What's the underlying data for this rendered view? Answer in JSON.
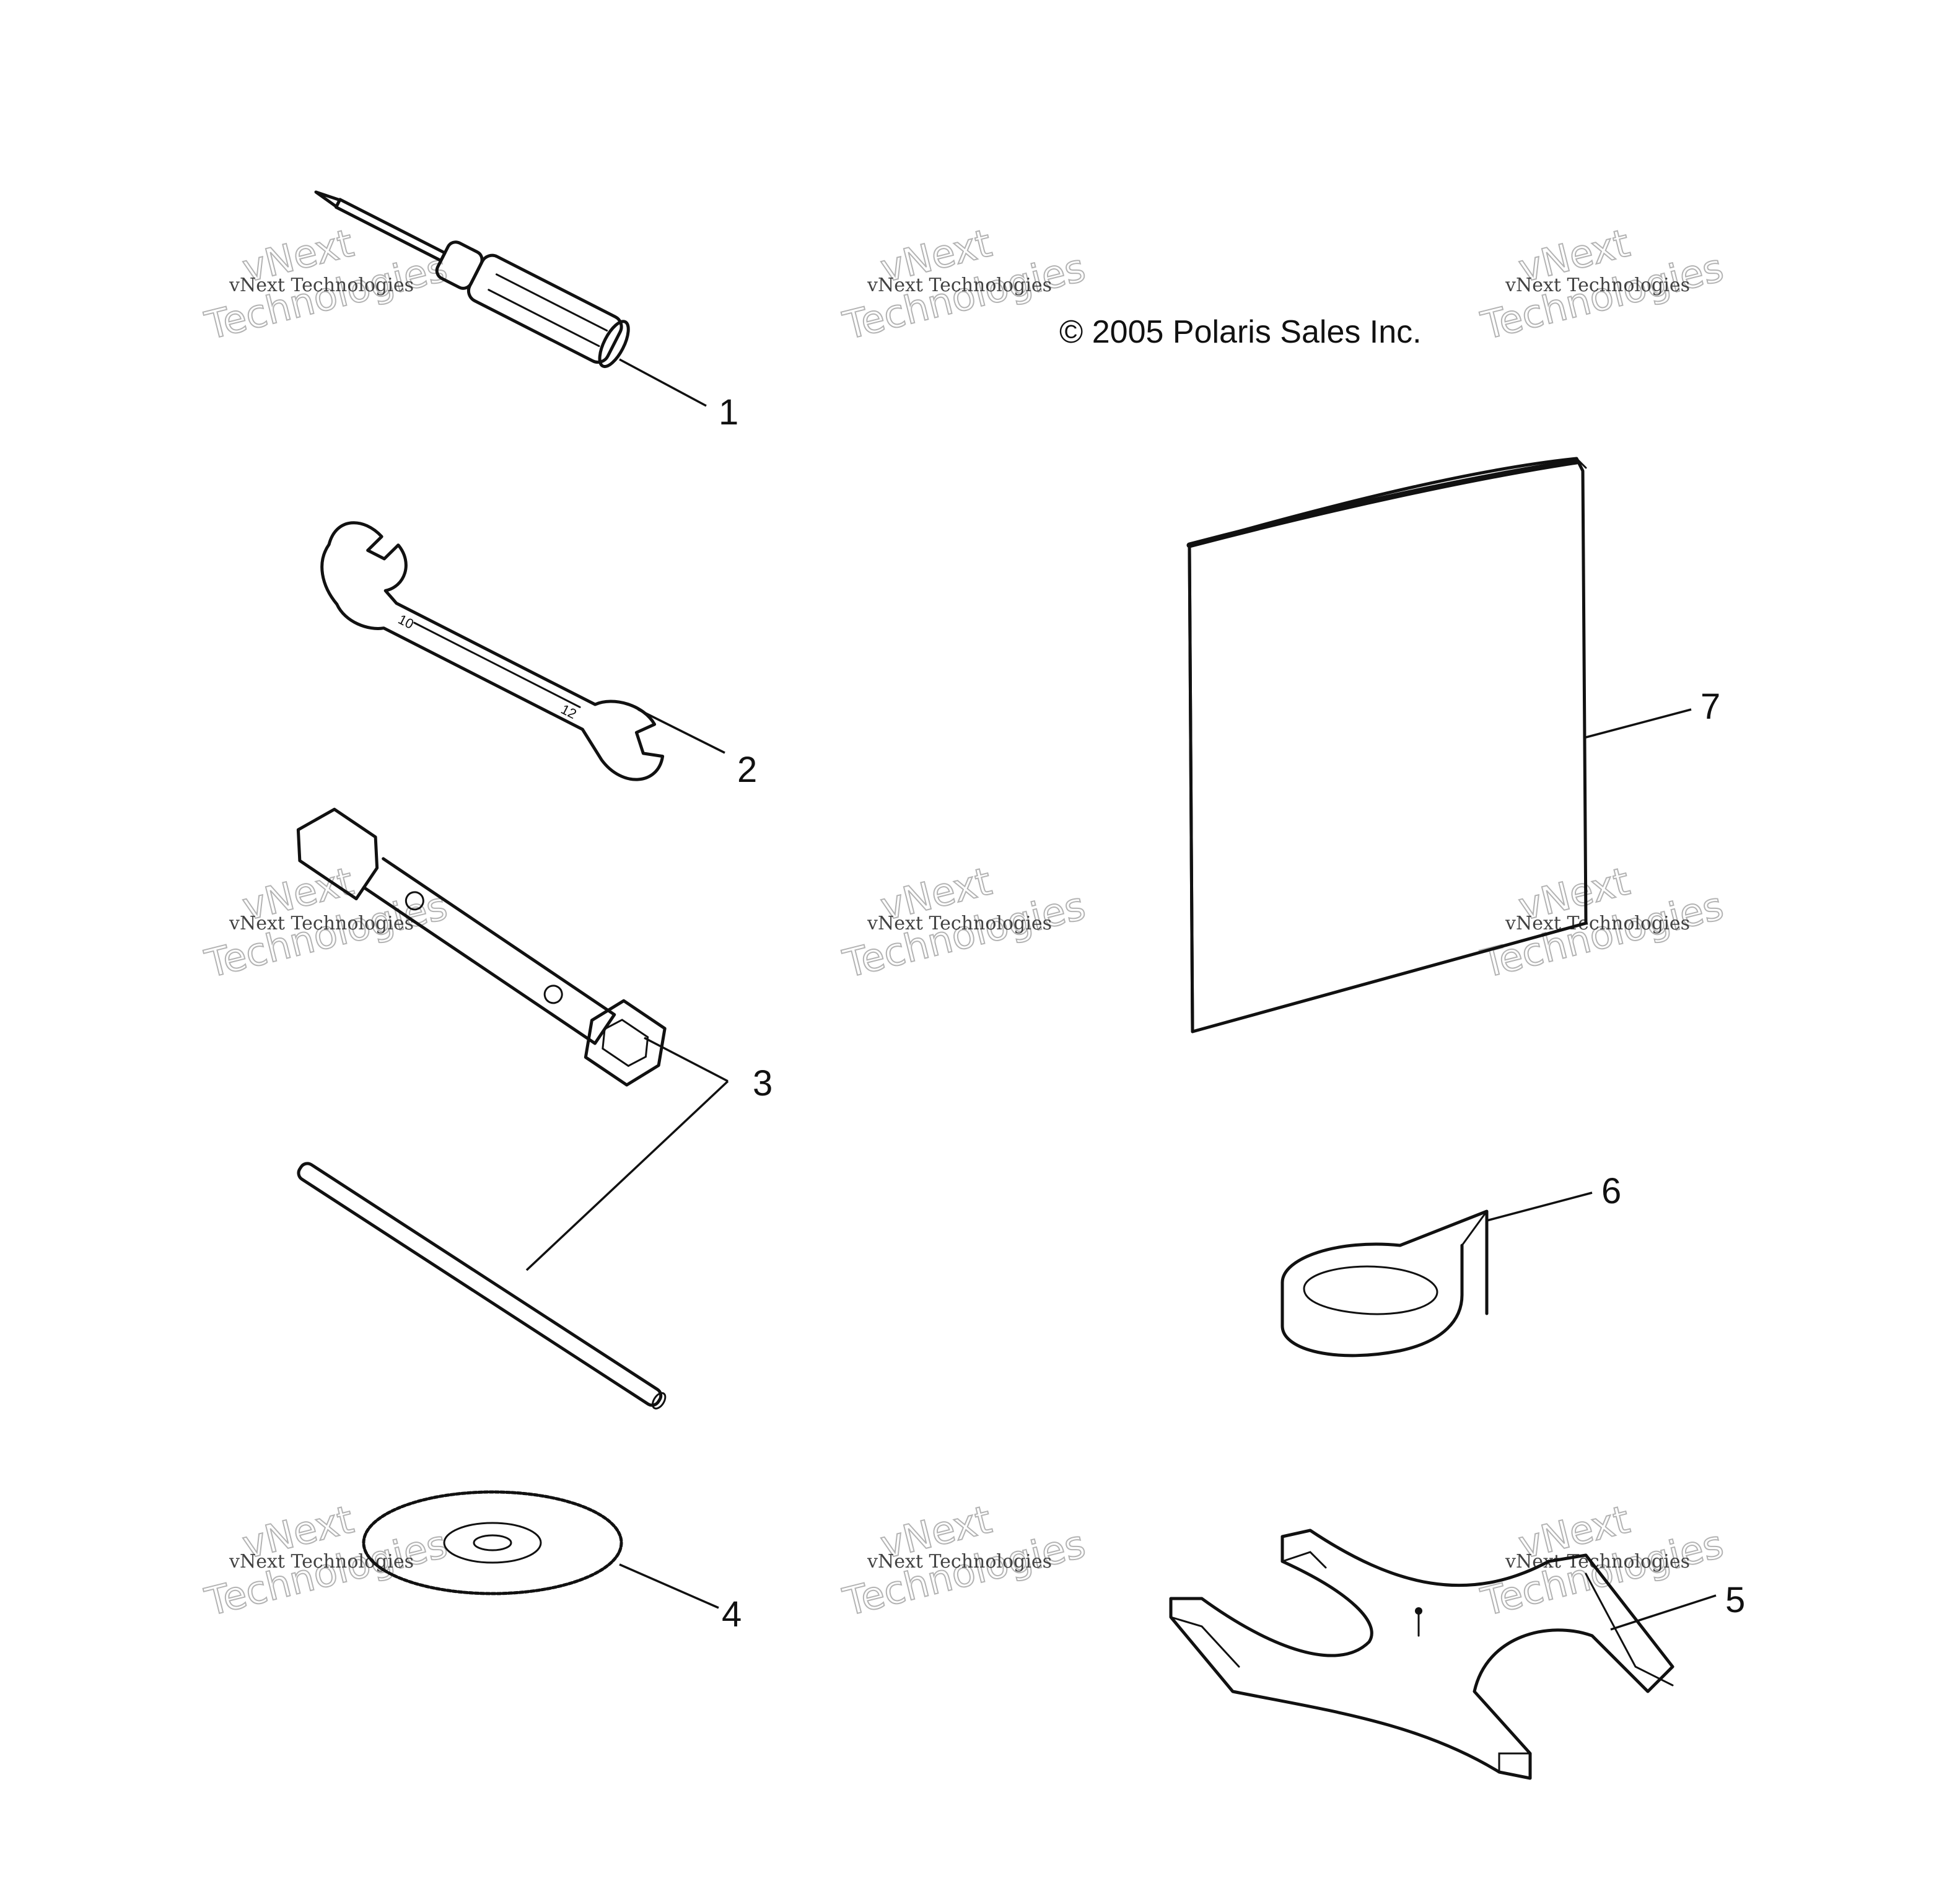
{
  "copyright": "© 2005 Polaris Sales Inc.",
  "watermark": {
    "brand_line1": "vNext",
    "brand_line2": "Technologies",
    "small_label": "vNext Technologies"
  },
  "parts": [
    {
      "id": "screwdriver",
      "callout": "1"
    },
    {
      "id": "open-end-wrench",
      "callout": "2"
    },
    {
      "id": "spark-plug-wrench",
      "callout": "3"
    },
    {
      "id": "cd-disc",
      "callout": "4"
    },
    {
      "id": "bracket",
      "callout": "5"
    },
    {
      "id": "tape-roll",
      "callout": "6"
    },
    {
      "id": "owners-manual",
      "callout": "7"
    }
  ],
  "colors": {
    "line": "#111111",
    "watermark": "#9a9a9a"
  }
}
